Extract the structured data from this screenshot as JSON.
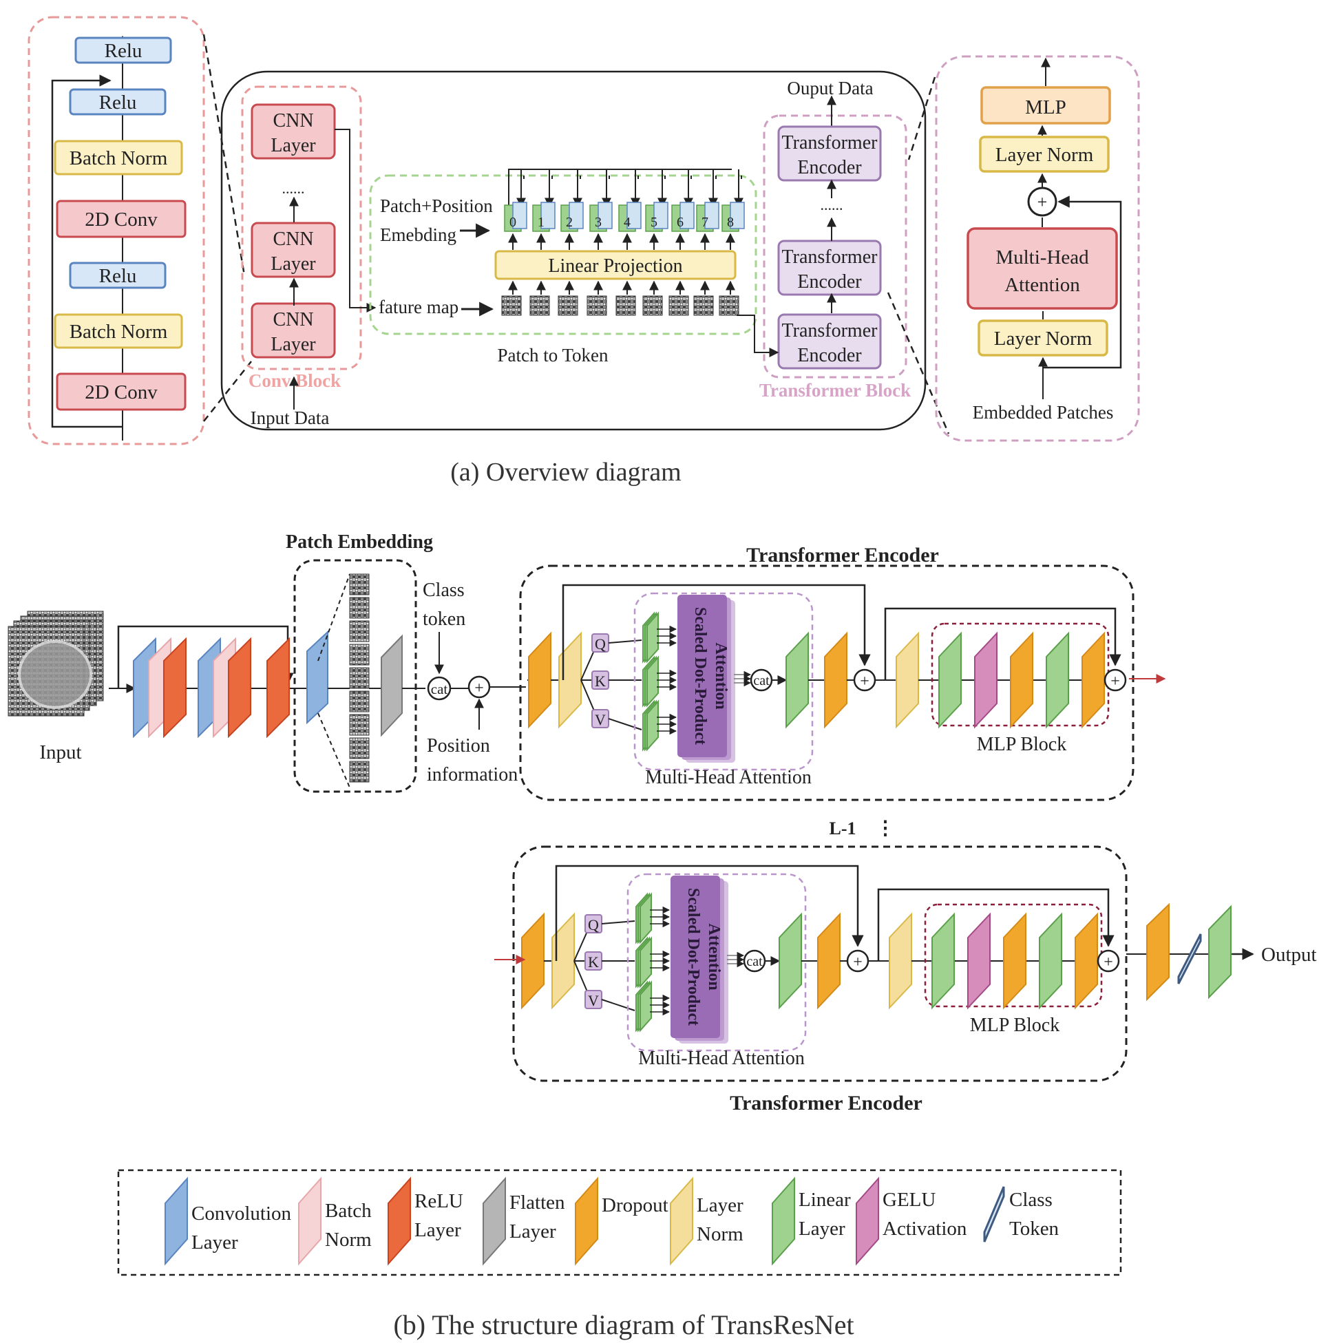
{
  "panel_a": {
    "caption": "(a) Overview diagram",
    "resblock": {
      "layers": [
        "Relu",
        "Relu",
        "Batch Norm",
        "2D Conv",
        "Relu",
        "Batch Norm",
        "2D Conv"
      ]
    },
    "conv_block": {
      "cnn_layer": [
        "CNN",
        "Layer"
      ],
      "dots": "......",
      "title": "Conv Block",
      "input": "Input Data"
    },
    "patch_to_token": {
      "embed_label": [
        "Patch+Position",
        "Emebding"
      ],
      "token_ids": [
        "0",
        "1",
        "2",
        "3",
        "4",
        "5",
        "6",
        "7",
        "8"
      ],
      "projection": "Linear Projection",
      "feature_label": "fature map",
      "title": "Patch to Token"
    },
    "transformer_block": {
      "output": "Ouput Data",
      "encoder": [
        "Transformer",
        "Encoder"
      ],
      "dots": "......",
      "title": "Transformer Block"
    },
    "encoder_detail": {
      "mlp": "MLP",
      "layer_norm": "Layer Norm",
      "plus": "+",
      "attention": [
        "Multi-Head",
        "Attention"
      ],
      "input": "Embedded Patches"
    }
  },
  "panel_b": {
    "caption": "(b) The structure diagram of TransResNet",
    "input": "Input",
    "output": "Output",
    "patch_embedding": "Patch Embedding",
    "class_token": [
      "Class",
      "token"
    ],
    "position_info": [
      "Position",
      "information"
    ],
    "cat": "cat",
    "plus": "+",
    "qkv": [
      "Q",
      "K",
      "V"
    ],
    "sdpa": [
      "Scaled Dot-Product",
      "Attention"
    ],
    "mha": "Multi-Head Attention",
    "mlp_block": "MLP Block",
    "encoder_title": "Transformer Encoder",
    "repeat": "L-1",
    "vdots": "⋮"
  },
  "legend": [
    {
      "label": [
        "Convolution",
        "Layer"
      ],
      "color": "#8fb3df"
    },
    {
      "label": [
        "Batch",
        "Norm"
      ],
      "color": "#f6d3d5"
    },
    {
      "label": [
        "ReLU",
        "Layer"
      ],
      "color": "#ea6a3e"
    },
    {
      "label": [
        "Flatten",
        "Layer"
      ],
      "color": "#b5b5b5"
    },
    {
      "label": [
        "Dropout"
      ],
      "color": "#f0a72c"
    },
    {
      "label": [
        "Layer",
        "Norm"
      ],
      "color": "#f5dd9b"
    },
    {
      "label": [
        "Linear",
        "Layer"
      ],
      "color": "#9fd28f"
    },
    {
      "label": [
        "GELU",
        "Activation"
      ],
      "color": "#d78dbb"
    },
    {
      "label": [
        "Class",
        "Token"
      ],
      "color": "#d6e3f1"
    }
  ],
  "colors": {
    "red_fill": "#f5c9cc",
    "red_stroke": "#c84a4f",
    "blue_fill": "#d7e7f8",
    "blue_stroke": "#5a84bf",
    "yellow_fill": "#fbf1c4",
    "yellow_stroke": "#d8b948",
    "purple_fill": "#e8ddef",
    "purple_stroke": "#9a78b0",
    "orange_fill": "#fde4c4",
    "orange_stroke": "#e2a04a",
    "pink_dash": "#e89a9a",
    "mauve_dash": "#cf9fc2",
    "green_dash": "#a5d48f",
    "sdpa_fill": "#9b6cb6",
    "arrow_red": "#c0393b"
  }
}
